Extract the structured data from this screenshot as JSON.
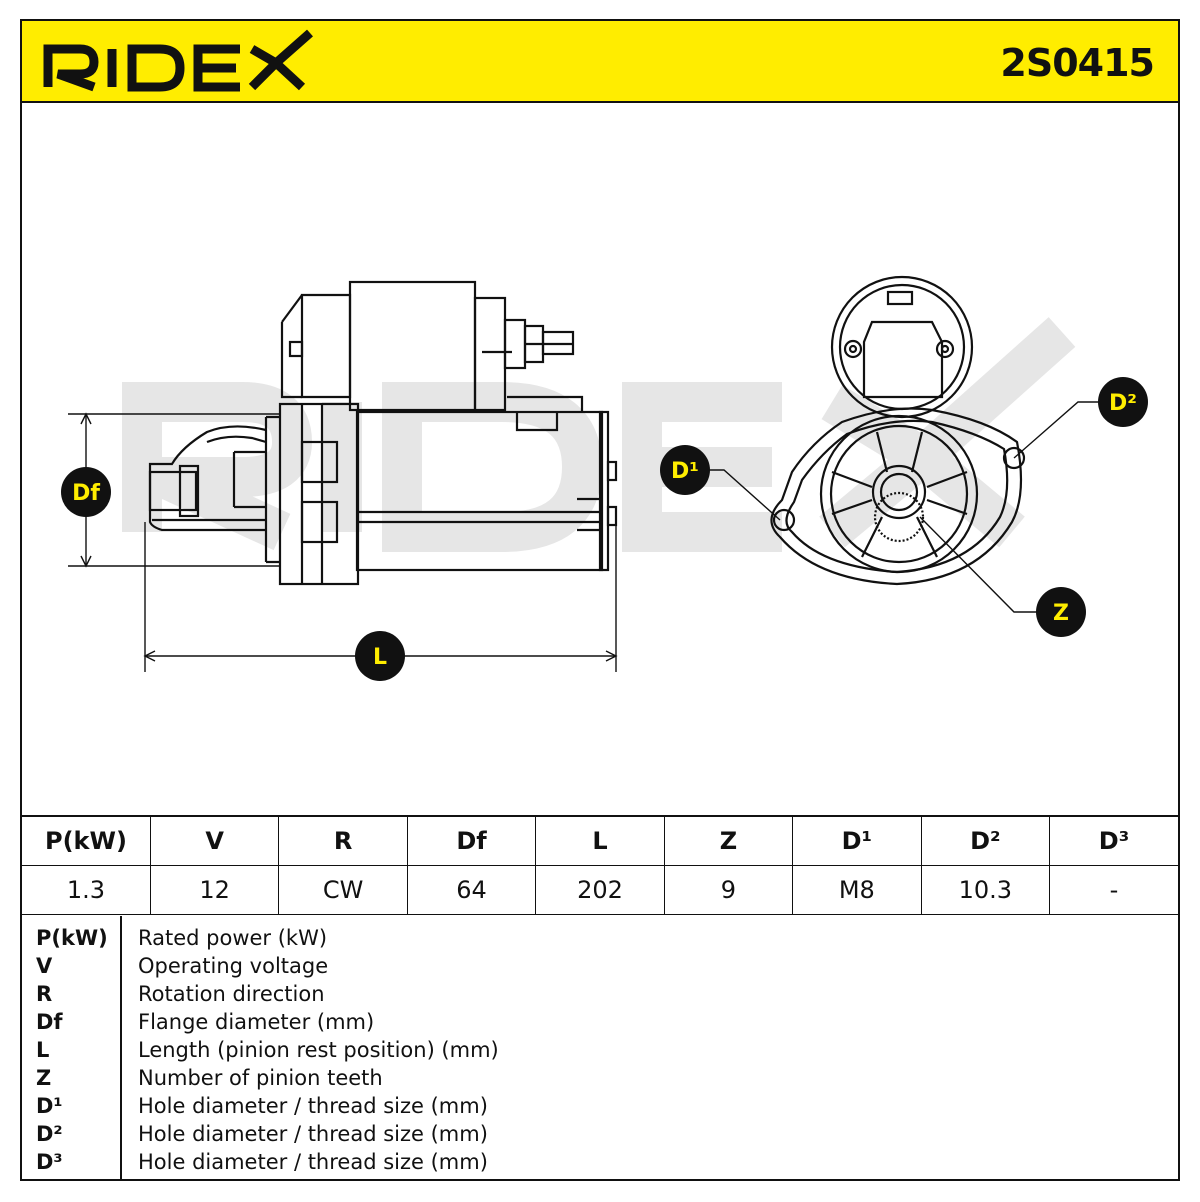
{
  "brand": "RIDEX",
  "part_number": "2S0415",
  "colors": {
    "header": "#ffed00",
    "ink": "#111111",
    "badge_text": "#ffed00",
    "watermark": "#e6e6e6"
  },
  "callouts": {
    "df": "Df",
    "l": "L",
    "d1": "D¹",
    "d2": "D²",
    "z": "Z"
  },
  "spec_table": {
    "headers": [
      "P(kW)",
      "V",
      "R",
      "Df",
      "L",
      "Z",
      "D¹",
      "D²",
      "D³"
    ],
    "values": [
      "1.3",
      "12",
      "CW",
      "64",
      "202",
      "9",
      "M8",
      "10.3",
      "-"
    ]
  },
  "legend": [
    {
      "symbol": "P(kW)",
      "description": "Rated power (kW)"
    },
    {
      "symbol": "V",
      "description": "Operating voltage"
    },
    {
      "symbol": "R",
      "description": "Rotation direction"
    },
    {
      "symbol": "Df",
      "description": "Flange diameter (mm)"
    },
    {
      "symbol": "L",
      "description": "Length (pinion rest position) (mm)"
    },
    {
      "symbol": "Z",
      "description": "Number of pinion teeth"
    },
    {
      "symbol": "D¹",
      "description": "Hole diameter / thread size (mm)"
    },
    {
      "symbol": "D²",
      "description": "Hole diameter / thread size (mm)"
    },
    {
      "symbol": "D³",
      "description": "Hole diameter / thread size (mm)"
    }
  ]
}
